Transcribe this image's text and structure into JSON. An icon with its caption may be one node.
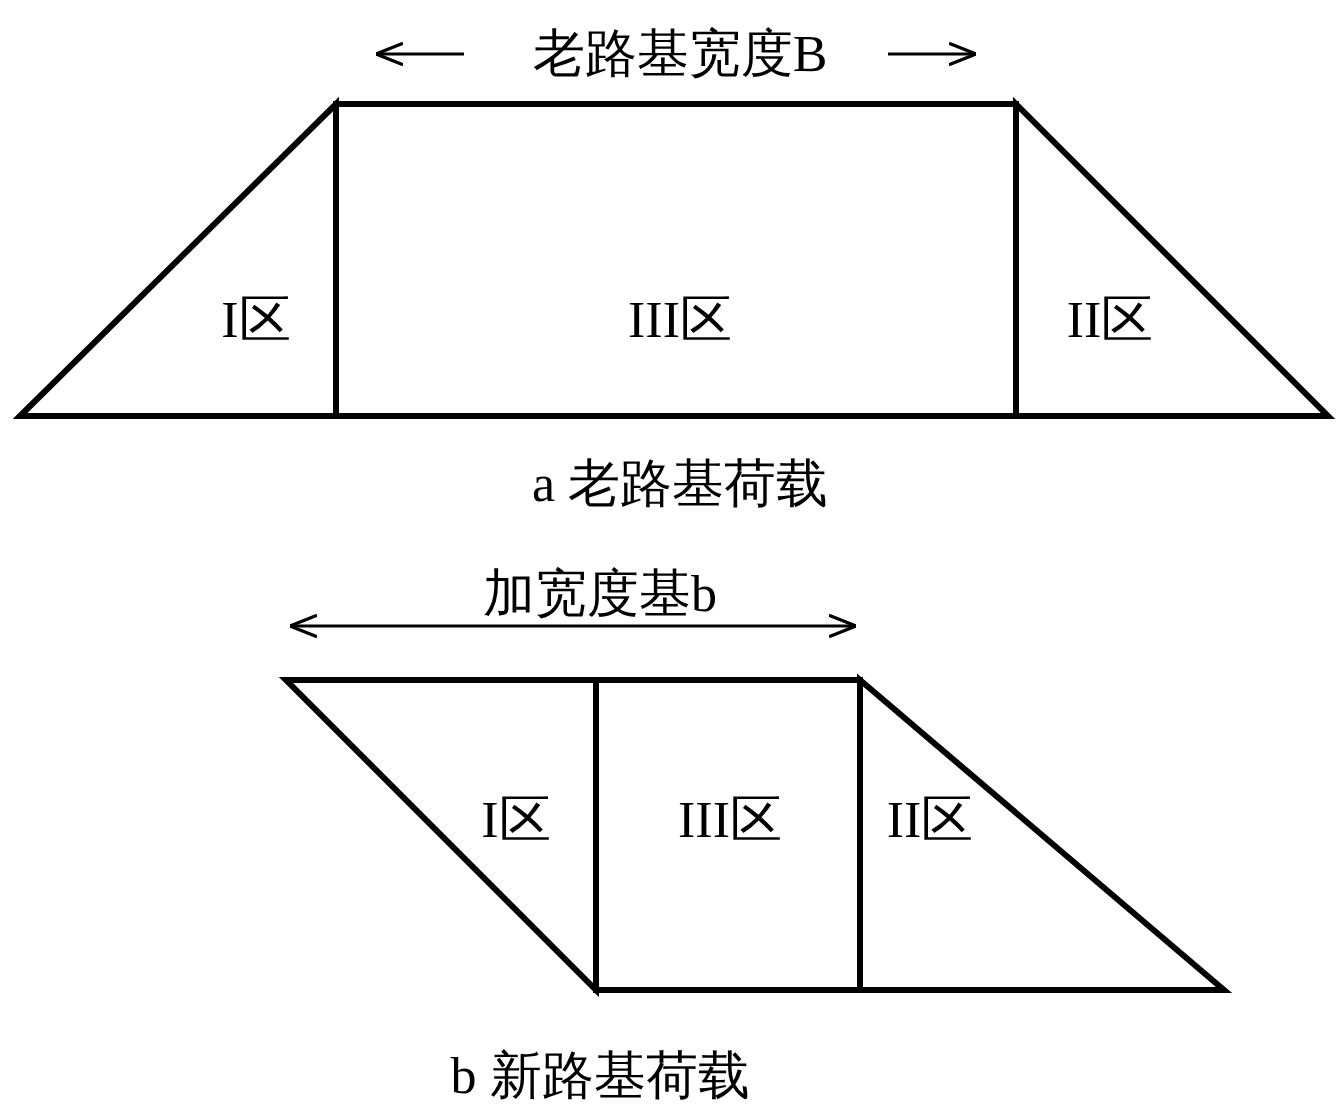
{
  "diagram": {
    "nodes": [
      {
        "text": [
          "I区"
        ]
      },
      {
        "text": [
          "III区"
        ]
      },
      {
        "text": [
          "II区"
        ]
      },
      {
        "text": [
          "I区"
        ]
      },
      {
        "text": [
          "III区"
        ]
      },
      {
        "text": [
          "II区"
        ]
      }
    ],
    "labels": [
      "老路基宽度B",
      "a 老路基荷载",
      "加宽度基b",
      "b 新路基荷载"
    ]
  }
}
